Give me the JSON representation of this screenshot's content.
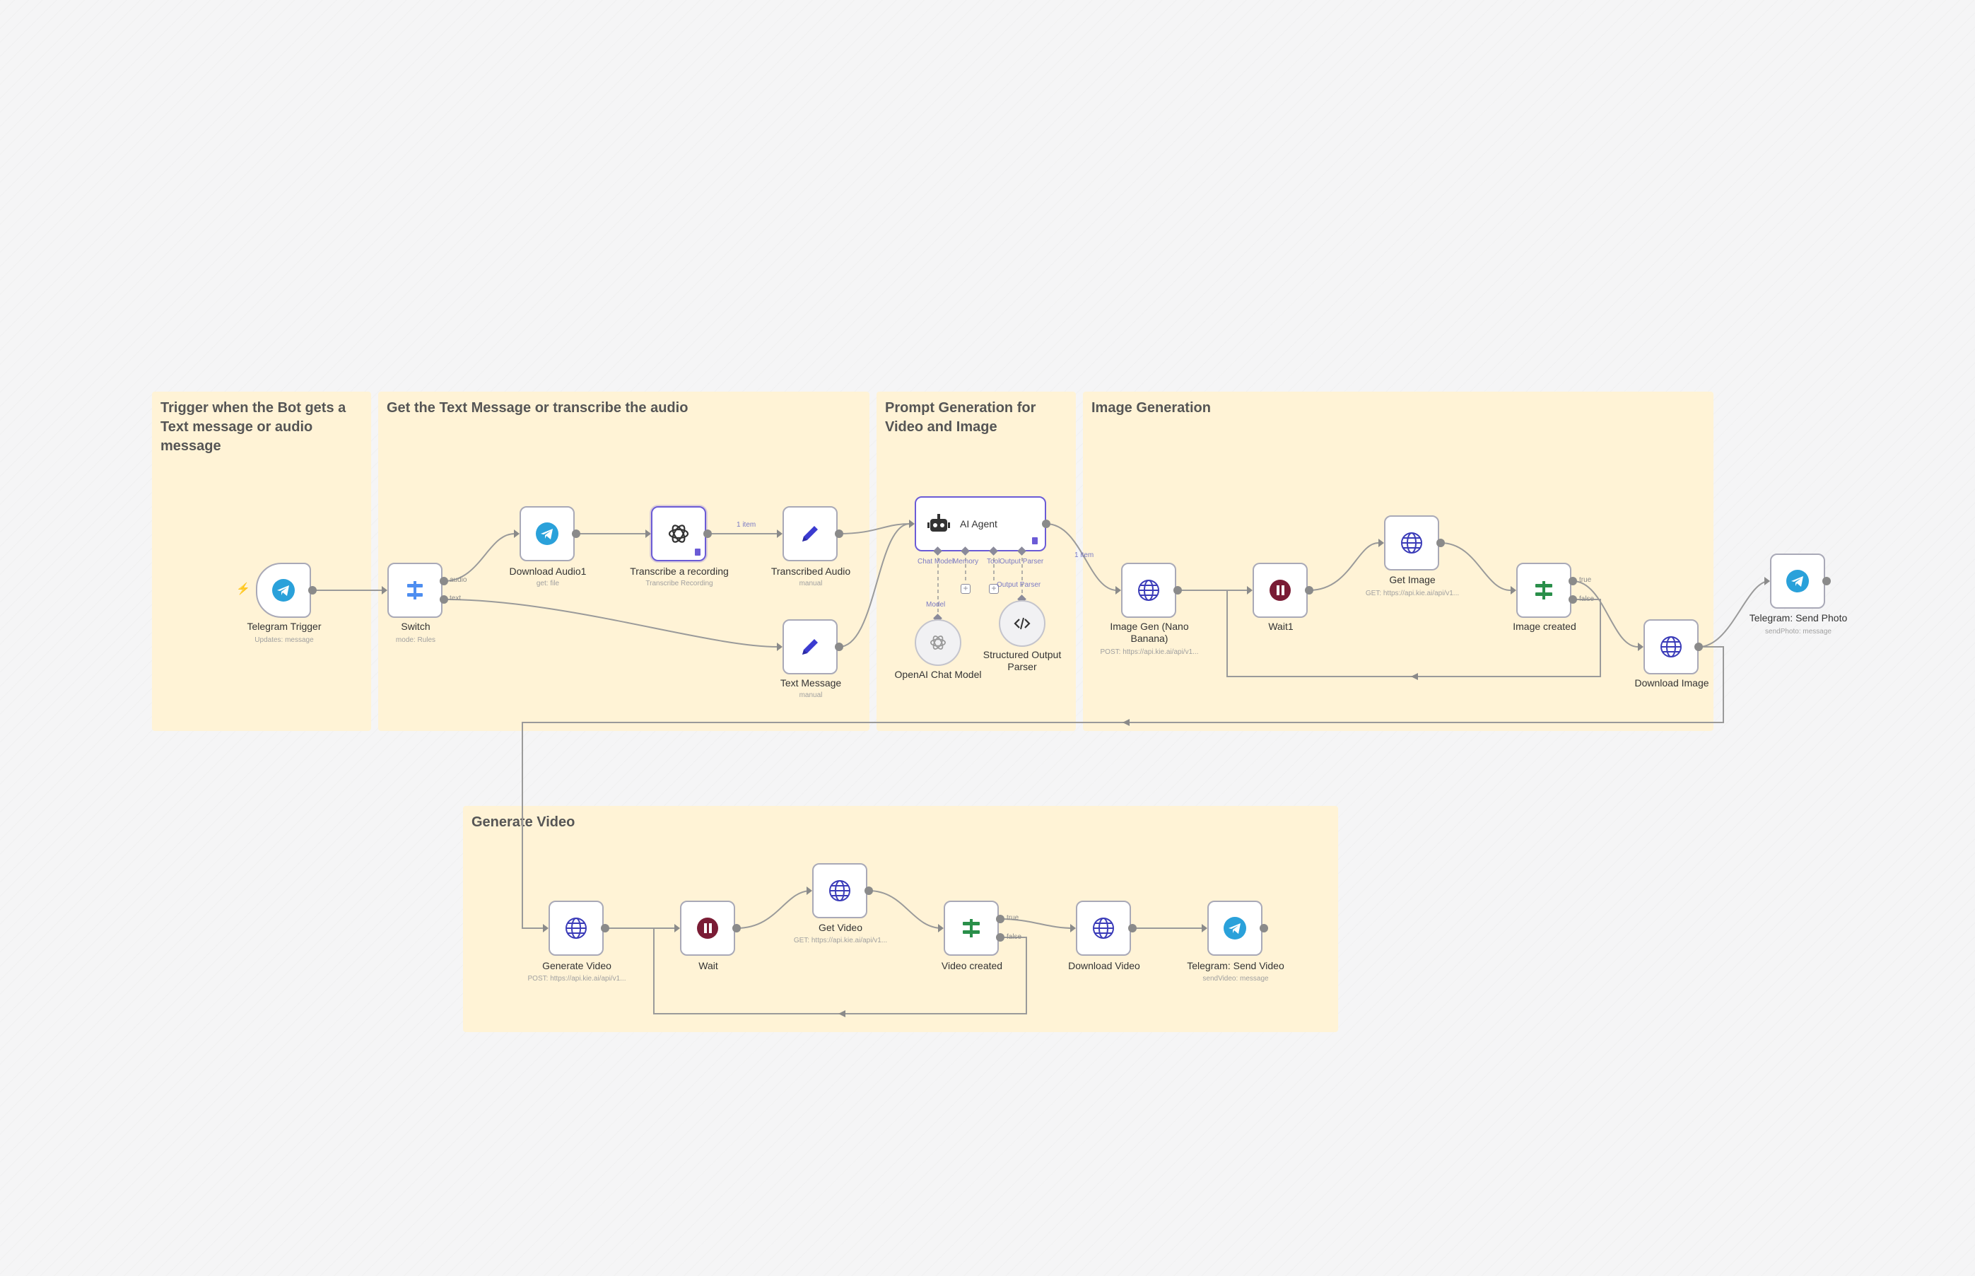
{
  "sticky_notes": [
    {
      "id": "trigger",
      "title": "Trigger when the Bot gets a Text message or audio message"
    },
    {
      "id": "transcribe",
      "title": "Get the Text Message or transcribe the audio"
    },
    {
      "id": "prompt",
      "title": "Prompt Generation for Video and Image"
    },
    {
      "id": "image",
      "title": "Image Generation"
    },
    {
      "id": "video",
      "title": "Generate Video"
    }
  ],
  "nodes": {
    "telegram_trigger": {
      "label": "Telegram Trigger",
      "sub": "Updates: message",
      "icon": "telegram-icon"
    },
    "switch": {
      "label": "Switch",
      "sub": "mode: Rules",
      "icon": "switch-icon"
    },
    "download_audio": {
      "label": "Download Audio1",
      "sub": "get: file",
      "icon": "telegram-icon"
    },
    "transcribe": {
      "label": "Transcribe a recording",
      "sub": "Transcribe Recording",
      "icon": "openai-icon"
    },
    "transcribed_audio": {
      "label": "Transcribed Audio",
      "sub": "manual",
      "icon": "pencil-icon"
    },
    "text_message": {
      "label": "Text Message",
      "sub": "manual",
      "icon": "pencil-icon"
    },
    "ai_agent": {
      "label": "AI Agent",
      "icon": "robot-icon"
    },
    "openai_model": {
      "label": "OpenAI Chat Model",
      "icon": "openai-icon"
    },
    "structured_parser": {
      "label": "Structured Output Parser",
      "icon": "code-icon"
    },
    "image_gen": {
      "label": "Image Gen (Nano Banana)",
      "sub": "POST: https://api.kie.ai/api/v1...",
      "icon": "globe-icon"
    },
    "wait1": {
      "label": "Wait1",
      "icon": "pause-icon"
    },
    "get_image": {
      "label": "Get Image",
      "sub": "GET: https://api.kie.ai/api/v1...",
      "icon": "globe-icon"
    },
    "image_created": {
      "label": "Image created",
      "icon": "if-icon"
    },
    "download_image": {
      "label": "Download Image",
      "icon": "globe-icon"
    },
    "send_photo": {
      "label": "Telegram: Send Photo",
      "sub": "sendPhoto: message",
      "icon": "telegram-icon"
    },
    "generate_video": {
      "label": "Generate Video",
      "sub": "POST: https://api.kie.ai/api/v1...",
      "icon": "globe-icon"
    },
    "wait": {
      "label": "Wait",
      "icon": "pause-icon"
    },
    "get_video": {
      "label": "Get Video",
      "sub": "GET: https://api.kie.ai/api/v1...",
      "icon": "globe-icon"
    },
    "video_created": {
      "label": "Video created",
      "icon": "if-icon"
    },
    "download_video": {
      "label": "Download Video",
      "icon": "globe-icon"
    },
    "send_video": {
      "label": "Telegram: Send Video",
      "sub": "sendVideo: message",
      "icon": "telegram-icon"
    }
  },
  "edge_labels": {
    "audio": "audio",
    "text": "text",
    "one_item_a": "1 item",
    "one_item_b": "1 item",
    "true_a": "true",
    "false_a": "false",
    "true_b": "true",
    "false_b": "false",
    "model": "Model"
  },
  "connectors": {
    "chat_model": "Chat Model",
    "memory": "Memory",
    "tool": "Tool",
    "output_parser": "Output Parser",
    "output_parser_2": "Output Parser"
  },
  "colors": {
    "telegram": "#2aa1da",
    "globe": "#3a3bb8",
    "pencil": "#3b3bd0",
    "switch": "#4e8ef0",
    "if": "#2a8f4a",
    "pause": "#7a1c35",
    "sticky": "#fff3d6"
  }
}
